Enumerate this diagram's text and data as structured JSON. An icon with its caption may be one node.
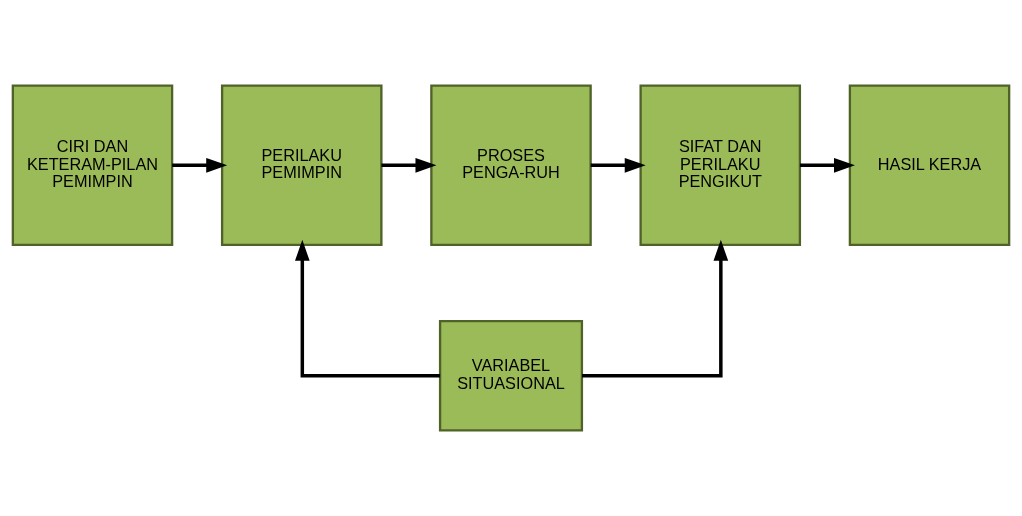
{
  "diagram": {
    "nodes": [
      {
        "text": [
          "CIRI DAN KETERAM-PILAN PEMIMPIN"
        ]
      },
      {
        "text": [
          "PERILAKU PEMIMPIN"
        ]
      },
      {
        "text": [
          "PROSES PENGA-RUH"
        ]
      },
      {
        "text": [
          "SIFAT DAN PERILAKU PENGIKUT"
        ]
      },
      {
        "text": [
          "HASIL KERJA"
        ]
      },
      {
        "text": [
          "VARIABEL SITUASIONAL"
        ]
      }
    ],
    "edges": [
      {
        "from": 0,
        "to": 1,
        "arrow": "to"
      },
      {
        "from": 1,
        "to": 2,
        "arrow": "to"
      },
      {
        "from": 2,
        "to": 3,
        "arrow": "to"
      },
      {
        "from": 3,
        "to": 4,
        "arrow": "to"
      },
      {
        "from": 5,
        "to": 1,
        "arrow": "to"
      },
      {
        "from": 5,
        "to": 3,
        "arrow": "to"
      }
    ]
  }
}
